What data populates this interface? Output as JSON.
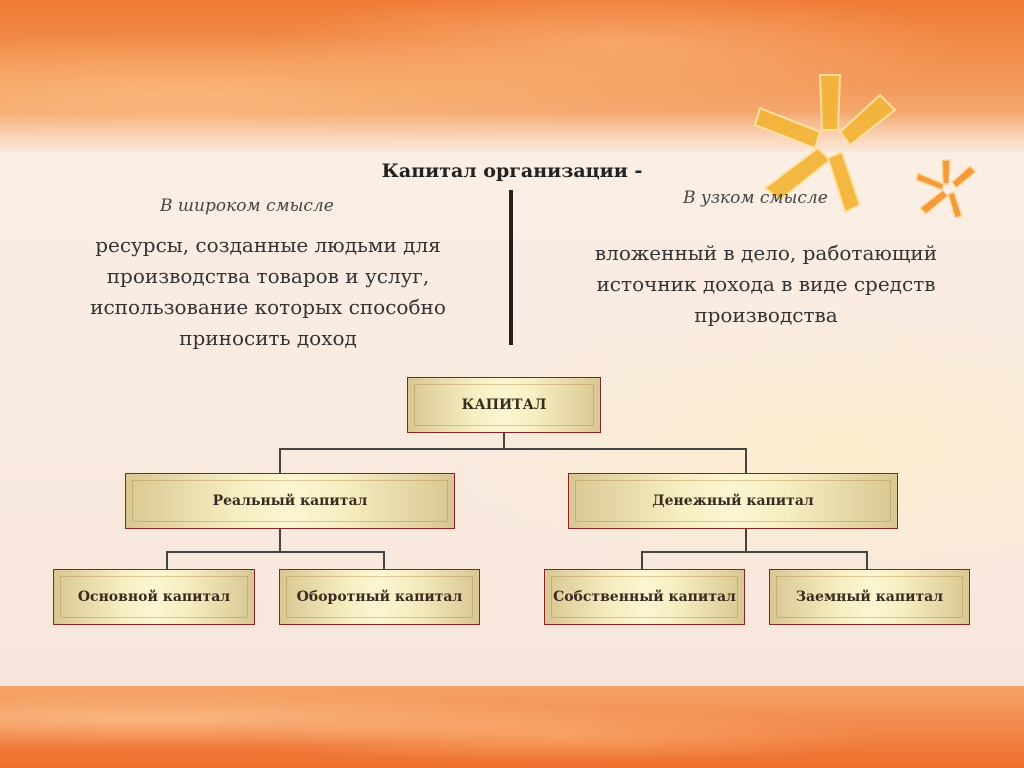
{
  "slide": {
    "title": "Капитал организации -",
    "broad": {
      "heading": "В широком смысле",
      "text": "ресурсы, созданные людьми для производства товаров и услуг, использование которых способно приносить доход"
    },
    "narrow": {
      "heading": "В узком смысле",
      "text": "вложенный в дело, работающий источник дохода в виде средств производства"
    }
  },
  "tree": {
    "root": "КАПИТАЛ",
    "real": "Реальный капитал",
    "money": "Денежный капитал",
    "fixed": "Основной капитал",
    "working": "Оборотный капитал",
    "own": "Собственный капитал",
    "borrowed": "Заемный капитал"
  },
  "colors": {
    "accent_orange": "#f07a35",
    "box_border": "#8a2323",
    "box_fill": "#f7efc2"
  }
}
